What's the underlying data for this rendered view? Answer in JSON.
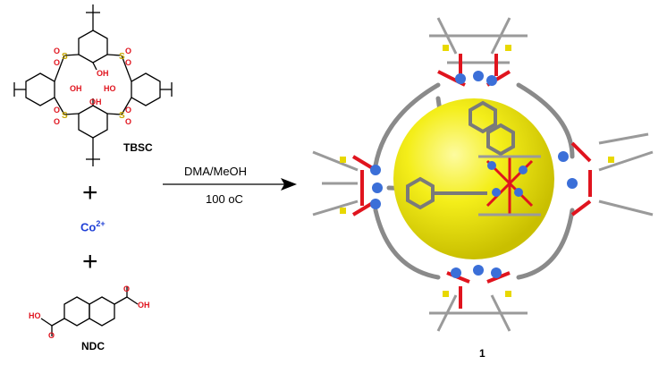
{
  "reagents": {
    "tbsc": {
      "label": "TBSC",
      "atom_labels": {
        "hydroxyl": "OH",
        "hydroxyl_right": "HO",
        "sulfur": "S",
        "oxygen": "O"
      }
    },
    "metal": {
      "symbol": "Co",
      "charge": "2+"
    },
    "ndc": {
      "label": "NDC",
      "atom_labels": {
        "left_group": "HO",
        "right_group": "OH",
        "oxygen": "O"
      }
    },
    "plus_symbol": "+"
  },
  "reaction": {
    "solvent": "DMA/MeOH",
    "temperature_value": "100",
    "temperature_unit": "oC"
  },
  "product": {
    "label": "1"
  },
  "colors": {
    "oxygen_red": "#e0141e",
    "sulfur_yellow": "#e8d800",
    "cobalt_blue": "#3b6fd8",
    "carbon_gray": "#8a8a8a",
    "cage_yellow": "#f4ee1a",
    "bond_black": "#000000",
    "co_label_blue": "#1f3fd6"
  }
}
